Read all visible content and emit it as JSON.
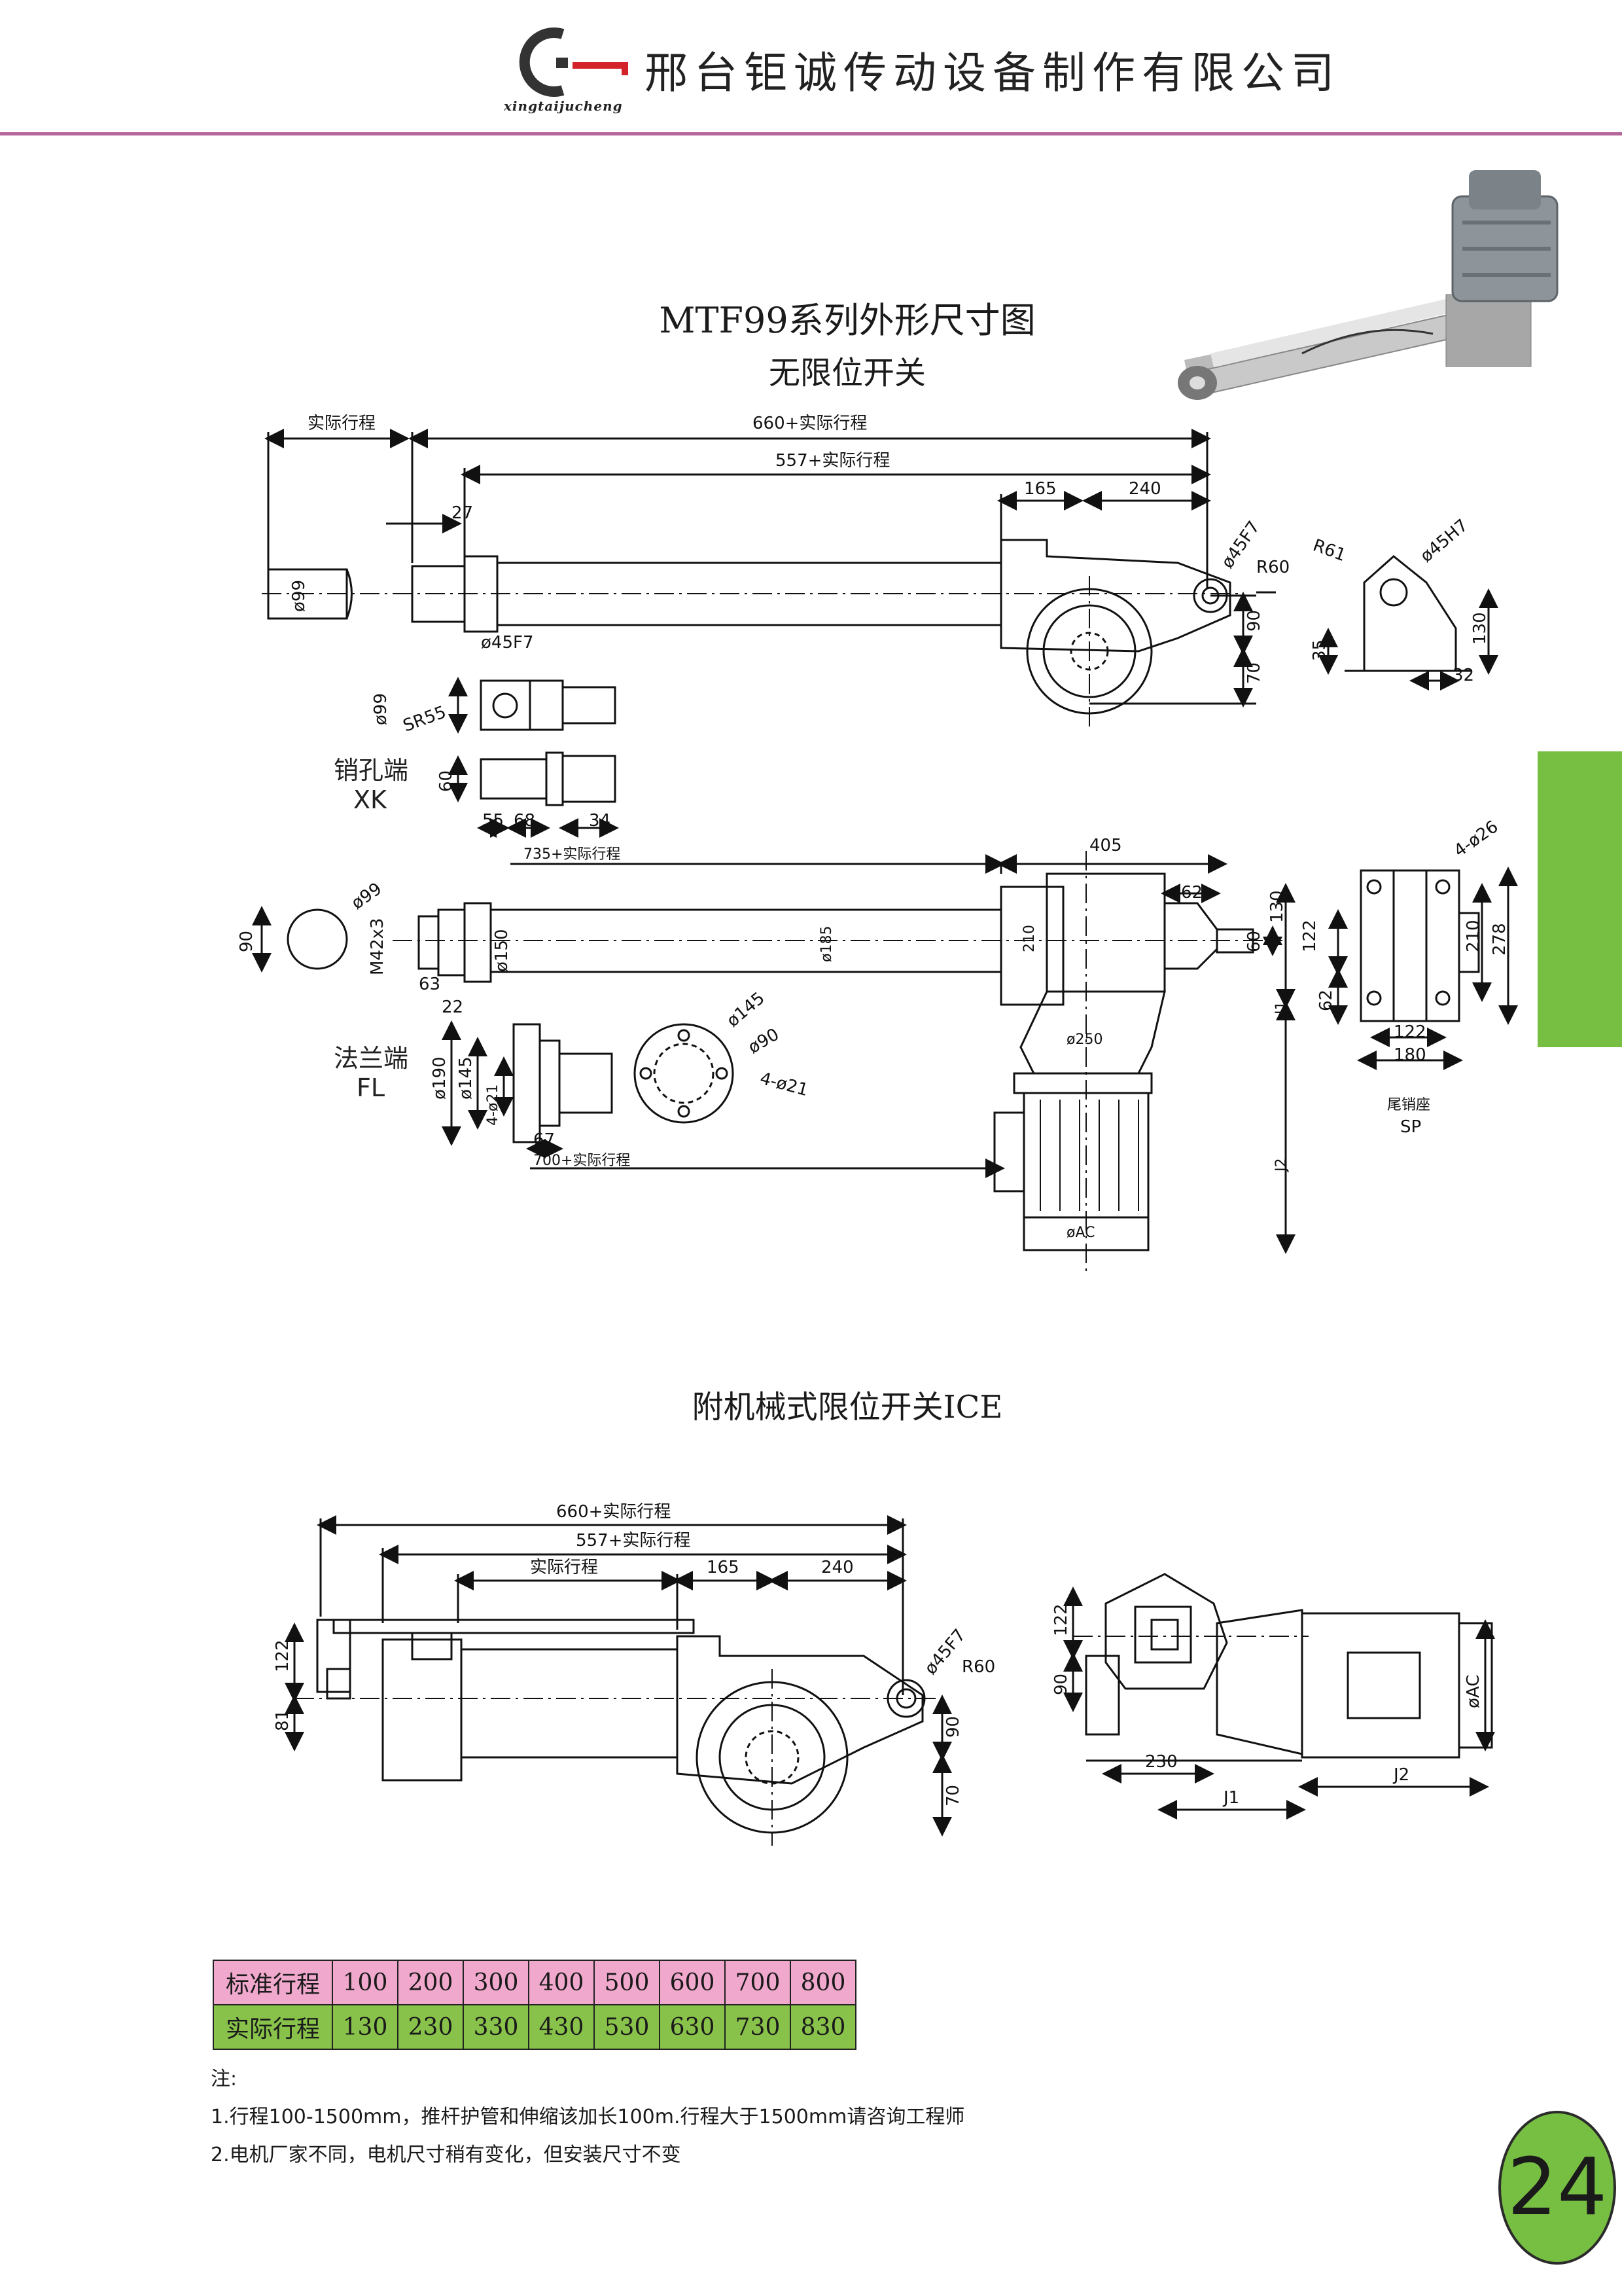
{
  "header": {
    "company_name": "邢台钜诚传动设备制作有限公司",
    "brand_sub": "xingtaijucheng",
    "colors": {
      "rule": "#b4669a",
      "accent_green": "#77bf42",
      "logo_red": "#d2242a"
    }
  },
  "titles": {
    "main": "MTF99系列外形尺寸图",
    "sub": "无限位开关",
    "ice": "附机械式限位开关ICE"
  },
  "dims_top": {
    "actual_stroke": "实际行程",
    "overall": "660+实际行程",
    "retracted": "557+实际行程",
    "d165": "165",
    "d240": "240",
    "d27": "27",
    "phi45f7": "ø45F7",
    "r60": "R60",
    "r61": "R61",
    "phi45h7": "ø45H7",
    "d90": "90",
    "d70": "70",
    "d35": "35",
    "d130": "130",
    "d32": "32",
    "phi99": "ø99",
    "sr55": "SR55",
    "d60": "60",
    "d55": "55",
    "d68": "68",
    "d34": "34",
    "xk_len": "735+实际行程",
    "xk_name": "销孔端",
    "xk_code": "XK"
  },
  "dims_mid": {
    "d405": "405",
    "d62": "62",
    "d130": "130",
    "d60": "60",
    "d210": "210",
    "phi185": "ø185",
    "phi150": "ø150",
    "m42": "M42x3",
    "d63": "63",
    "d22": "22",
    "d90": "90",
    "phi99": "ø99",
    "phi250": "ø250",
    "j1": "J1",
    "j2": "J2",
    "phiac": "øAC",
    "four_phi26": "4-ø26",
    "d122": "122",
    "d62b": "62",
    "d210b": "210",
    "d278": "278",
    "d122b": "122",
    "d180": "180",
    "sp_name": "尾销座",
    "sp_code": "SP",
    "fl_name": "法兰端",
    "fl_code": "FL",
    "phi190": "ø190",
    "phi145": "ø145",
    "four_phi21": "4-ø21",
    "d67": "67",
    "fl_len": "700+实际行程",
    "phi145b": "ø145",
    "phi90": "ø90",
    "four_phi21b": "4-ø21"
  },
  "dims_ice": {
    "overall": "660+实际行程",
    "retracted": "557+实际行程",
    "actual_stroke": "实际行程",
    "d165": "165",
    "d240": "240",
    "phi45f7": "ø45F7",
    "r60": "R60",
    "d122": "122",
    "d81": "81",
    "d90": "90",
    "d70": "70",
    "d122b": "122",
    "d90b": "90",
    "d230": "230",
    "j1": "J1",
    "j2": "J2",
    "phiac": "øAC"
  },
  "table": {
    "row_std": {
      "label": "标准行程",
      "values": [
        "100",
        "200",
        "300",
        "400",
        "500",
        "600",
        "700",
        "800"
      ]
    },
    "row_act": {
      "label": "实际行程",
      "values": [
        "130",
        "230",
        "330",
        "430",
        "530",
        "630",
        "730",
        "830"
      ]
    }
  },
  "notes": {
    "title": "注:",
    "items": [
      "1.行程100-1500mm，推杆护管和伸缩该加长100m.行程大于1500mm请咨询工程师",
      "2.电机厂家不同，电机尺寸稍有变化，但安装尺寸不变"
    ]
  },
  "page_number": "24"
}
